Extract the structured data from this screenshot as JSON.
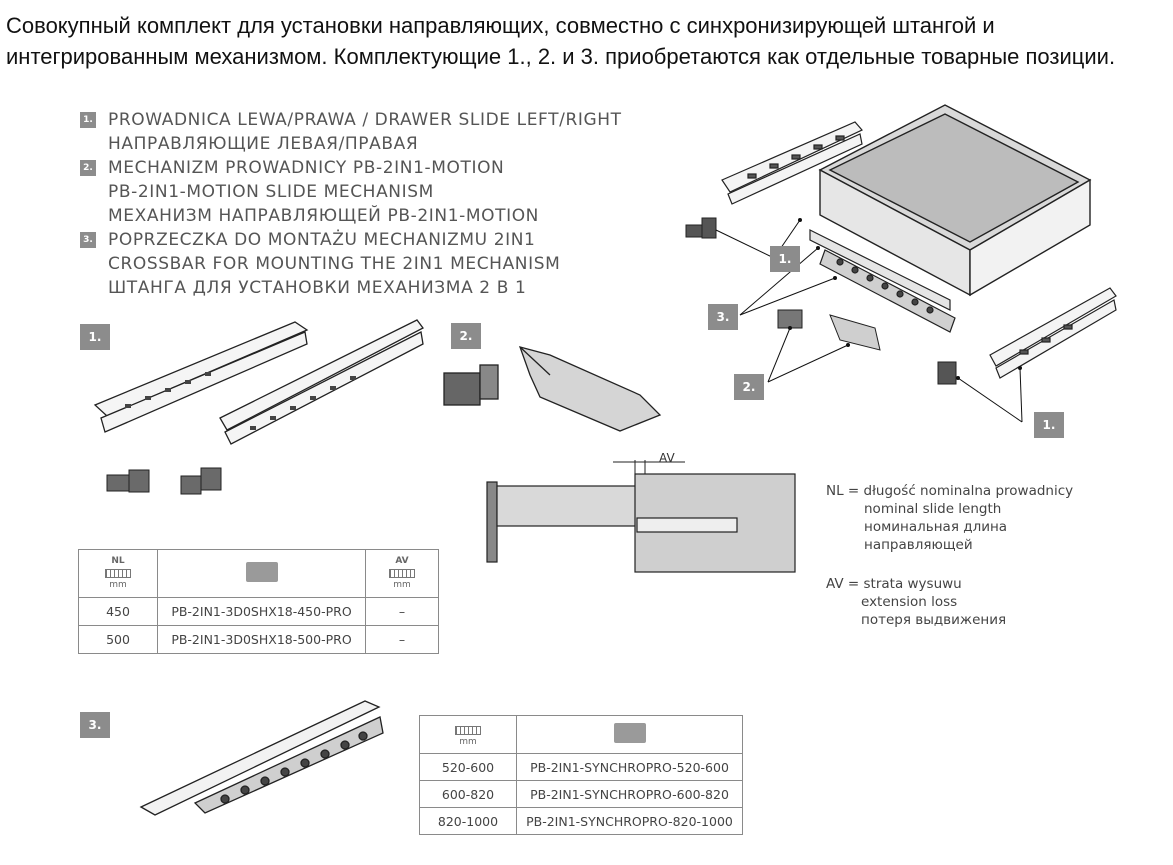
{
  "intro_text": "Совокупный комплект для установки направляющих, совместно с синхронизирующей штангой и интегрированным механизмом. Комплектующие 1., 2. и 3. приобретаются как отдельные товарные позиции.",
  "legend": [
    {
      "num": "1.",
      "lines": [
        "PROWADNICA LEWA/PRAWA / DRAWER SLIDE LEFT/RIGHT",
        "НАПРАВЛЯЮЩИЕ ЛЕВАЯ/ПРАВАЯ"
      ]
    },
    {
      "num": "2.",
      "lines": [
        "MECHANIZM PROWADNICY PB-2IN1-MOTION",
        "PB-2IN1-MOTION SLIDE MECHANISM",
        "МЕХАНИЗМ НАПРАВЛЯЮЩЕЙ PB-2IN1-MOTION"
      ]
    },
    {
      "num": "3.",
      "lines": [
        "POPRZECZKA DO MONTAŻU MECHANIZMU 2IN1",
        "CROSSBAR FOR MOUNTING THE 2IN1 MECHANISM",
        "ШТАНГА ДЛЯ УСТАНОВКИ МЕХАНИЗМА 2 В 1"
      ]
    }
  ],
  "badges": {
    "b1": "1.",
    "b2": "2.",
    "b3": "3."
  },
  "diagram": {
    "av_label": "AV"
  },
  "notes": {
    "nl": [
      "NL = długość nominalna prowadnicy",
      "nominal slide length",
      "номинальная длина",
      "направляющей"
    ],
    "av": [
      "AV = strata wysuwu",
      "extension loss",
      "потеря выдвижения"
    ]
  },
  "table1": {
    "header": {
      "nl_label": "NL",
      "nl_unit": "mm",
      "folder_icon": "folder-icon",
      "av_label": "AV",
      "av_unit": "mm"
    },
    "rows": [
      {
        "nl": "450",
        "code": "PB-2IN1-3D0SHX18-450-PRO",
        "av": "–"
      },
      {
        "nl": "500",
        "code": "PB-2IN1-3D0SHX18-500-PRO",
        "av": "–"
      }
    ]
  },
  "table2": {
    "header": {
      "unit": "mm",
      "folder_icon": "folder-icon"
    },
    "rows": [
      {
        "range": "520-600",
        "code": "PB-2IN1-SYNCHROPRO-520-600"
      },
      {
        "range": "600-820",
        "code": "PB-2IN1-SYNCHROPRO-600-820"
      },
      {
        "range": "820-1000",
        "code": "PB-2IN1-SYNCHROPRO-820-1000"
      }
    ]
  }
}
